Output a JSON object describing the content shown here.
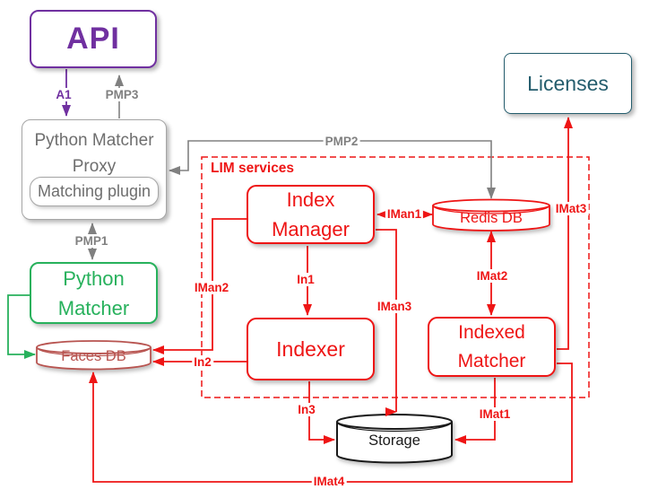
{
  "nodes": {
    "api": {
      "label": "API"
    },
    "proxy": {
      "label": "Python Matcher Proxy",
      "plugin_label": "Matching plugin"
    },
    "python_matcher": {
      "label": "Python Matcher"
    },
    "licenses": {
      "label": "Licenses"
    },
    "lim_group": {
      "label": "LIM services"
    },
    "index_manager": {
      "label": "Index Manager"
    },
    "indexer": {
      "label": "Indexer"
    },
    "indexed_matcher": {
      "label": "Indexed Matcher"
    },
    "redis_db": {
      "label": "Redis DB"
    },
    "faces_db": {
      "label": "Faces DB"
    },
    "storage": {
      "label": "Storage"
    }
  },
  "edges": {
    "a1": {
      "label": "A1"
    },
    "pmp1": {
      "label": "PMP1"
    },
    "pmp2": {
      "label": "PMP2"
    },
    "pmp3": {
      "label": "PMP3"
    },
    "iman1": {
      "label": "IMan1"
    },
    "iman2": {
      "label": "IMan2"
    },
    "iman3": {
      "label": "IMan3"
    },
    "in1": {
      "label": "In1"
    },
    "in2": {
      "label": "In2"
    },
    "in3": {
      "label": "In3"
    },
    "imat1": {
      "label": "IMat1"
    },
    "imat2": {
      "label": "IMat2"
    },
    "imat3": {
      "label": "IMat3"
    },
    "imat4": {
      "label": "IMat4"
    }
  },
  "colors": {
    "purple": "#7030a0",
    "red": "#ee1515",
    "muted-red": "#b85450",
    "green": "#27b15c",
    "teal": "#245d6d",
    "gray": "#808080",
    "gray-text": "#6e6e6e",
    "border-gray": "#a6a6a6",
    "black": "#1a1a1a"
  }
}
